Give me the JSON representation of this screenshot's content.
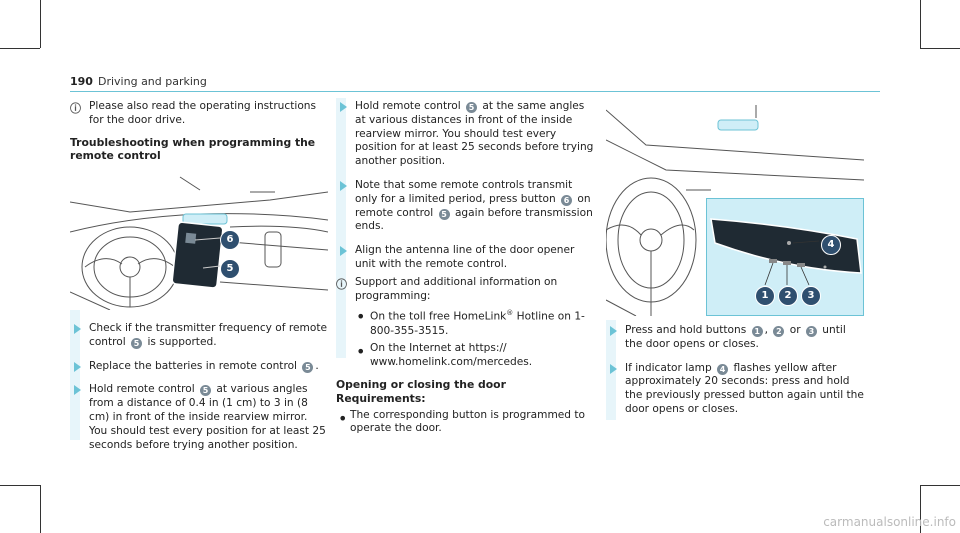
{
  "header": {
    "page_number": "190",
    "section_title": "Driving and parking"
  },
  "col1": {
    "note": "Please also read the operating instructions for the door drive.",
    "heading": "Troubleshooting when programming the remote control",
    "steps": [
      [
        "Check if the transmitter frequency of remote control ",
        "5",
        " is supported."
      ],
      [
        "Replace the batteries in remote control ",
        "5",
        "."
      ],
      [
        "Hold remote control ",
        "5",
        " at various angles from a distance of 0.4 in (1 cm) to 3 in (8 cm) in front of the inside rearview mirror. You should test every position for at least 25 seconds before trying another position."
      ]
    ],
    "figure_callouts": [
      "6",
      "5"
    ]
  },
  "col2": {
    "steps": [
      [
        "Hold remote control ",
        "5",
        " at the same angles at various distances in front of the inside rearview mirror. You should test every position for at least 25 seconds before trying another position."
      ],
      [
        "Note that some remote controls transmit only for a limited period, press button ",
        "6",
        " on remote control ",
        "5",
        " again before transmission ends."
      ],
      [
        "Align the antenna line of the door opener unit with the remote control."
      ]
    ],
    "note": "Support and additional information on programming:",
    "bullets": [
      [
        "On the toll free HomeLink",
        "®",
        " Hotline on 1-800-355-3515."
      ],
      [
        "On the Internet at https:// www.homelink.com/mercedes."
      ]
    ],
    "heading": "Opening or closing the door",
    "requirements_label": "Requirements:",
    "requirements": [
      "The corresponding button is programmed to operate the door."
    ]
  },
  "col3": {
    "figure_callouts": [
      "4",
      "1",
      "2",
      "3"
    ],
    "steps": [
      [
        "Press and hold buttons ",
        "1",
        ", ",
        "2",
        " or ",
        "3",
        " until the door opens or closes."
      ],
      [
        "If indicator lamp ",
        "4",
        " flashes yellow after approximately 20 seconds: press and hold the previously pressed button again until the door opens or closes."
      ]
    ]
  },
  "footer": {
    "watermark": "carmanualsonline.info"
  },
  "colors": {
    "accent": "#6cc3d6",
    "badge": "#7a8a96",
    "callout": "#2f4f6f",
    "bar": "#e7f5fa"
  }
}
